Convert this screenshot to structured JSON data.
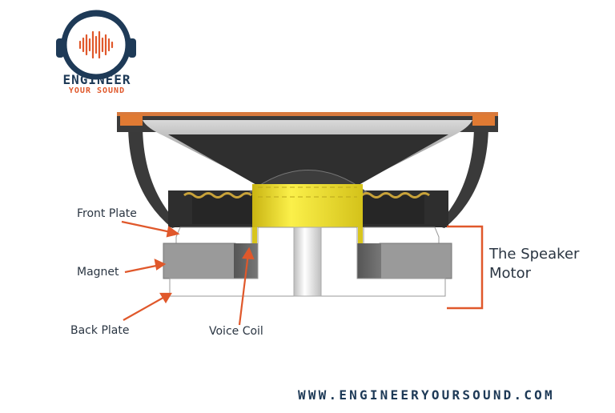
{
  "brand": {
    "name_line1": "ENGINEER",
    "name_line2": "YOUR SOUND",
    "logo_icon": "headphones-soundwave-icon",
    "primary_color": "#1e3a57",
    "accent_color": "#e0582b"
  },
  "diagram": {
    "title": "The Speaker Motor",
    "title_line1": "The Speaker",
    "title_line2": "Motor",
    "labels": {
      "front_plate": "Front Plate",
      "magnet": "Magnet",
      "back_plate": "Back Plate",
      "voice_coil": "Voice Coil"
    },
    "colors": {
      "arrow": "#e0582b",
      "bracket": "#e0582b",
      "frame": "#3a3a3a",
      "cone": "#2f2f2f",
      "surround": "#e07a33",
      "voice_coil": "#f2e21f",
      "magnet": "#9a9a9a",
      "plate": "#ffffff"
    }
  },
  "footer": {
    "url": "WWW.ENGINEERYOURSOUND.COM"
  }
}
